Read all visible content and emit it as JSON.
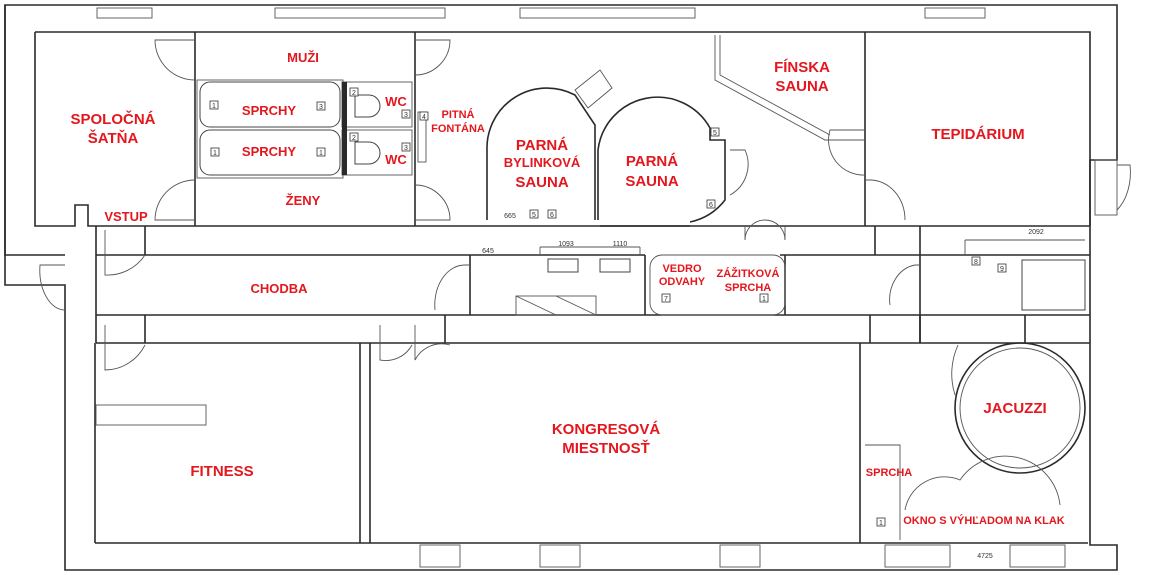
{
  "rooms": {
    "spolocna_satna": [
      "SPOLOČNÁ",
      "ŠATŇA"
    ],
    "muzi": "MUŽI",
    "sprchy_top": "SPRCHY",
    "sprchy_bottom": "SPRCHY",
    "wc_top": "WC",
    "wc_bottom": "WC",
    "zeny": "ŽENY",
    "pitna_fontana": [
      "PITNÁ",
      "FONTÁNA"
    ],
    "parna_bylinkova_sauna": [
      "PARNÁ",
      "BYLINKOVÁ",
      "SAUNA"
    ],
    "parna_sauna": [
      "PARNÁ",
      "SAUNA"
    ],
    "finska_sauna": [
      "FÍNSKA",
      "SAUNA"
    ],
    "tepidarium": "TEPIDÁRIUM",
    "vstup": "VSTUP",
    "chodba": "CHODBA",
    "vedro_odvahy": [
      "VEDRO",
      "ODVAHY"
    ],
    "zazitkova_sprcha": [
      "ZÁŽITKOVÁ",
      "SPRCHA"
    ],
    "fitness": "FITNESS",
    "kongresova_miestnost": [
      "KONGRESOVÁ",
      "MIESTNOSŤ"
    ],
    "jacuzzi": "JACUZZI",
    "sprcha": "SPRCHA",
    "okno": "OKNO S VÝHĽADOM NA KLAK"
  },
  "fixture_tags": [
    "1",
    "1",
    "2",
    "3",
    "1",
    "3",
    "2",
    "3",
    "4",
    "5",
    "6",
    "5",
    "6",
    "7",
    "1",
    "8",
    "9",
    "1"
  ],
  "dimensions": [
    "2092",
    "1093",
    "1110",
    "665",
    "645",
    "4725"
  ],
  "colors": {
    "label": "#e3171d",
    "wall": "#2a2a2a"
  }
}
